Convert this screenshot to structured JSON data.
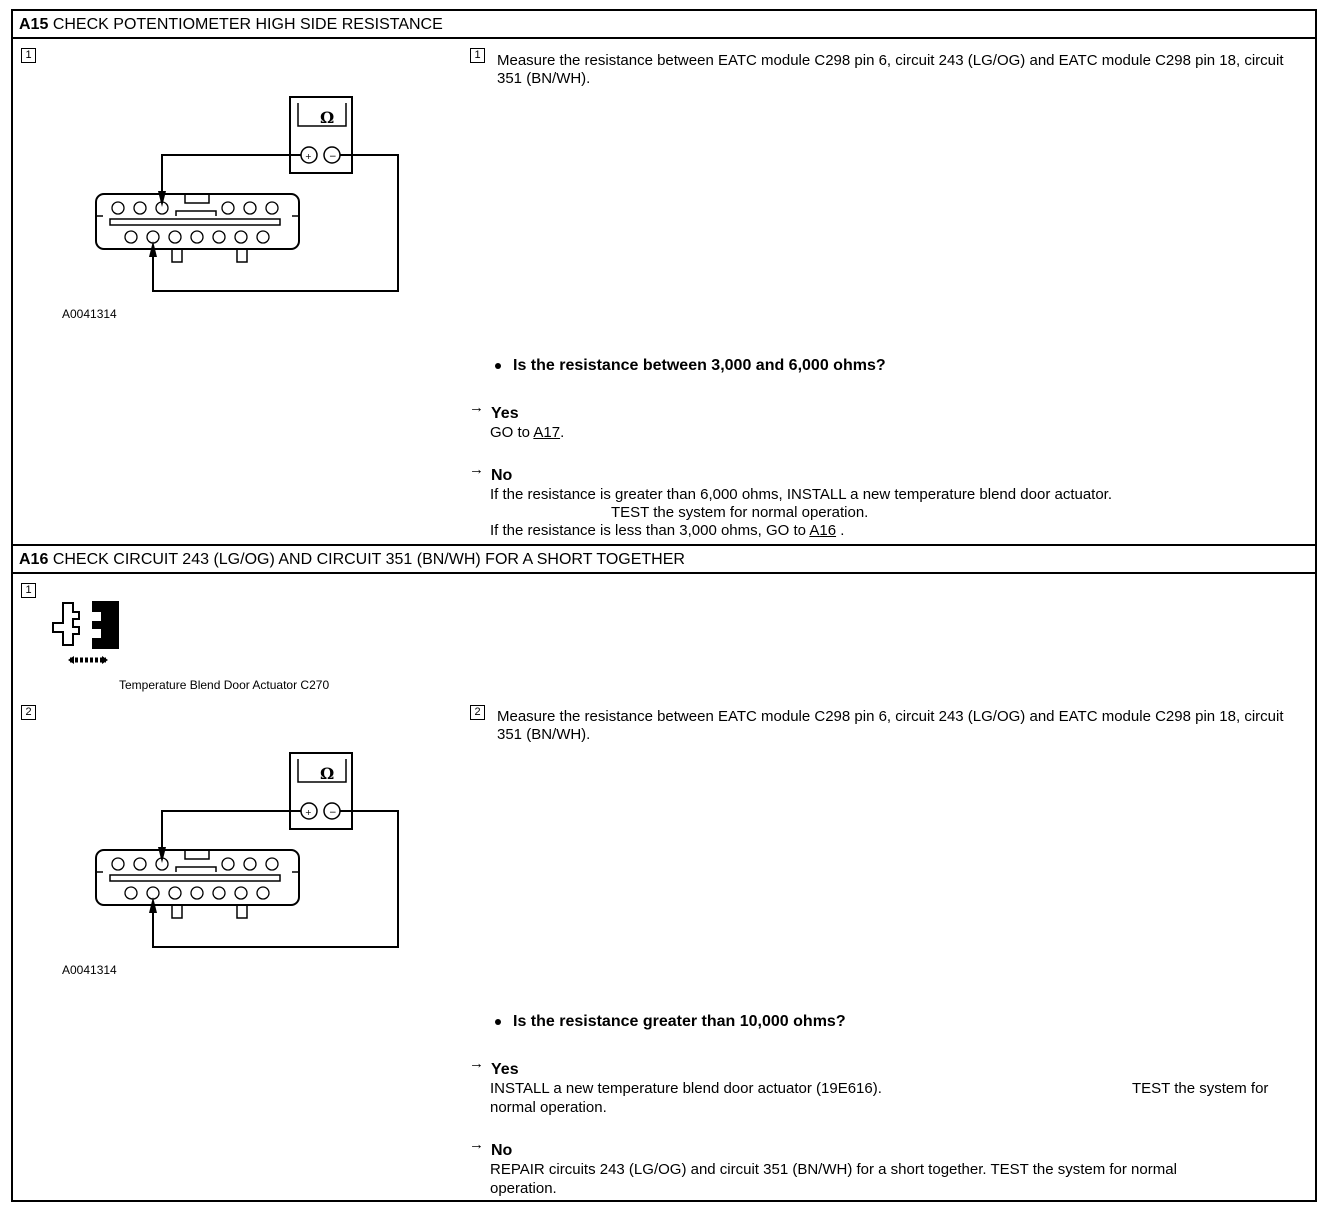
{
  "a15": {
    "id": "A15",
    "title": "CHECK POTENTIOMETER HIGH SIDE RESISTANCE",
    "step1_num": "1",
    "step1_text": "Measure the resistance between EATC module C298 pin 6, circuit 243 (LG/OG) and EATC module C298 pin 18, circuit 351 (BN/WH).",
    "figure_code": "A0041314",
    "meter_symbol": "Ω",
    "question": "Is the resistance between 3,000 and 6,000 ohms?",
    "yes_label": "Yes",
    "yes_prefix": "GO to ",
    "yes_link": "A17",
    "yes_suffix": ".",
    "no_label": "No",
    "no_line1": "If the resistance is greater than 6,000 ohms, INSTALL a new temperature blend door actuator.",
    "no_line2": "TEST the system for normal operation.",
    "no_line3_prefix": "If the resistance is less than 3,000 ohms, GO to ",
    "no_line3_link": "A16",
    "no_line3_suffix": " ."
  },
  "a16": {
    "id": "A16",
    "title": "CHECK CIRCUIT 243 (LG/OG) AND CIRCUIT 351 (BN/WH) FOR A SHORT TOGETHER",
    "step1_num": "1",
    "connector_caption": "Temperature Blend Door Actuator C270",
    "step2_num": "2",
    "step2_text": "Measure the resistance between EATC module C298 pin 6, circuit 243 (LG/OG) and EATC module C298 pin 18, circuit 351 (BN/WH).",
    "figure_code": "A0041314",
    "meter_symbol": "Ω",
    "question": "Is the resistance greater than 10,000 ohms?",
    "yes_label": "Yes",
    "yes_line1": "INSTALL a new temperature blend door actuator (19E616).",
    "yes_line1b": "TEST the system for",
    "yes_line2": "normal operation.",
    "no_label": "No",
    "no_line1": "REPAIR circuits 243 (LG/OG) and circuit 351 (BN/WH) for a short together. TEST the system for normal",
    "no_line2": "operation."
  }
}
